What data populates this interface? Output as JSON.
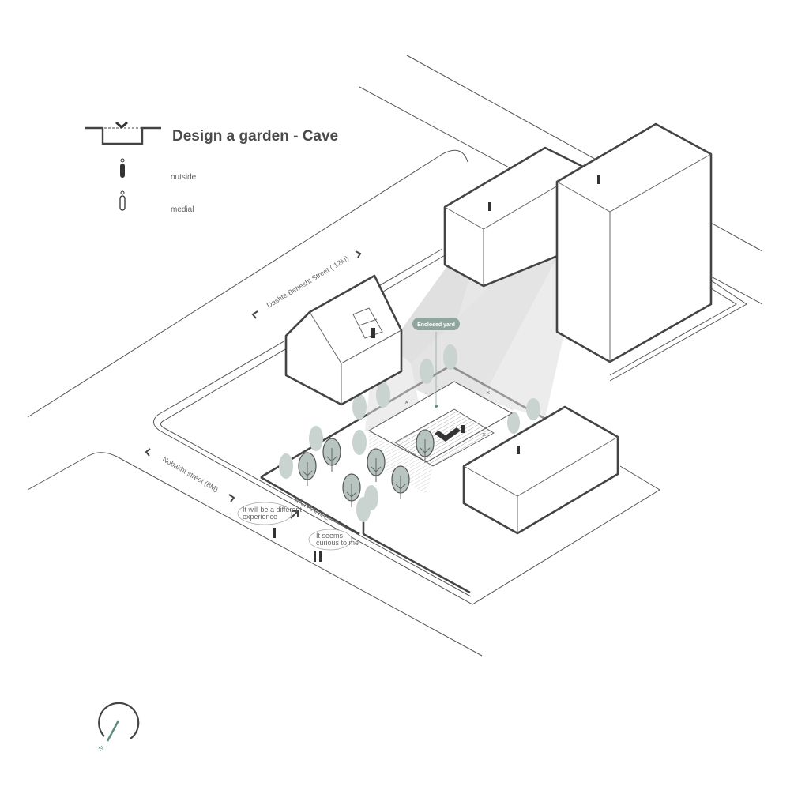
{
  "title": "Design a garden - Cave",
  "legend": [
    {
      "icon": "person-outside-icon",
      "label": "outside"
    },
    {
      "icon": "person-medial-icon",
      "label": "medial"
    }
  ],
  "streets": {
    "main": "Dashte Behesht Street ( 12M)",
    "side": "Nobakht street (8M)"
  },
  "entrance_label": "ENTRANCE",
  "badge": {
    "label": "Enclosed yard",
    "color": "#8fa59e"
  },
  "bubbles": [
    {
      "line1": "It will be a different",
      "line2": "experience"
    },
    {
      "line1": "It seems",
      "line2": "curious to me"
    }
  ],
  "compass": {
    "label": "N",
    "accent": "#5f8a7e"
  },
  "colors": {
    "line": "#444444",
    "tree": "#c9d3d0",
    "shadow": "#d9d9d9"
  }
}
